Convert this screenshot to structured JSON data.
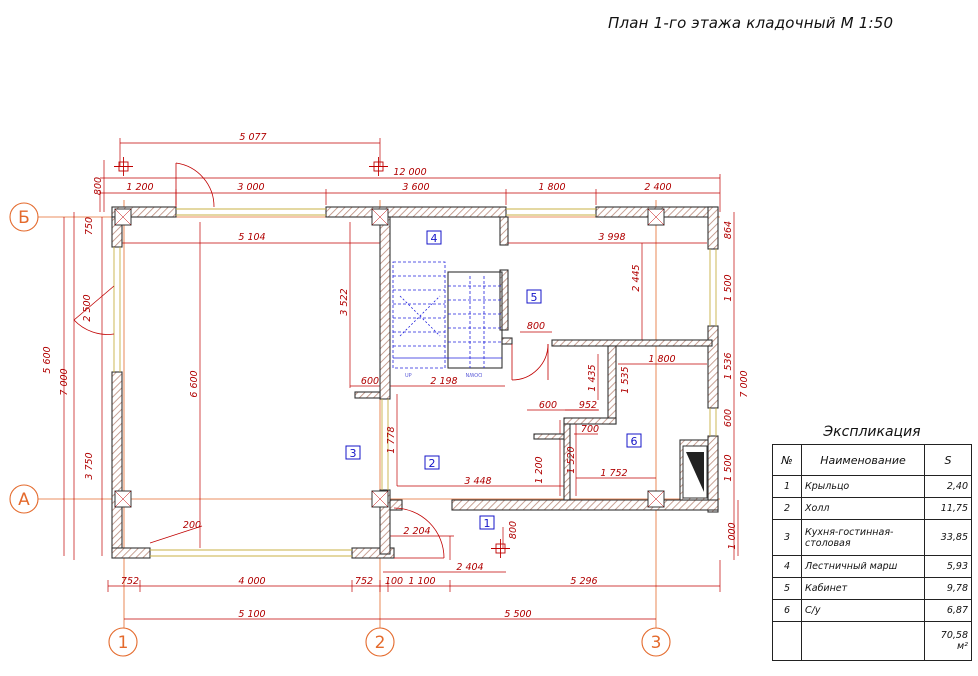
{
  "title": "План 1-го этажа кладочный М 1:50",
  "axes": {
    "b": "Б",
    "a": "А",
    "n1": "1",
    "n2": "2",
    "n3": "3"
  },
  "rooms": [
    "1",
    "2",
    "3",
    "4",
    "5",
    "6"
  ],
  "stair": {
    "up": "UP",
    "down": "DOWN"
  },
  "dims": {
    "d5077": "5 077",
    "d800a": "800",
    "d12000": "12 000",
    "d1200": "1 200",
    "d3000": "3 000",
    "d3600": "3 600",
    "d1800a": "1 800",
    "d2400": "2 400",
    "d750": "750",
    "d5104": "5 104",
    "d3998": "3 998",
    "d864": "864",
    "d2500": "2 500",
    "d3522": "3 522",
    "d2445": "2 445",
    "d1500a": "1 500",
    "d800b": "800",
    "d5600": "5 600",
    "d7000a": "7 000",
    "d6600": "6 600",
    "d600a": "600",
    "d2198": "2 198",
    "d1800b": "1 800",
    "d1536": "1 536",
    "d7000b": "7 000",
    "d1435": "1 435",
    "d1535": "1 535",
    "d600b": "600",
    "d952": "952",
    "d700": "700",
    "d600c": "600",
    "d1778": "1 778",
    "d3750": "3 750",
    "d1200b": "1 200",
    "d1520": "1 520",
    "d1752a": "1 752",
    "d1500b": "1 500",
    "d3448": "3 448",
    "d200": "200",
    "d2204": "2 204",
    "d800c": "800",
    "d1000": "1 000",
    "d2404": "2 404",
    "d752a": "752",
    "d4000": "4 000",
    "d752b": "752",
    "d100": "100",
    "d1100": "1 100",
    "d5296": "5 296",
    "d5100": "5 100",
    "d5500": "5 500"
  },
  "explication": {
    "caption": "Экспликация",
    "headers": {
      "num": "№",
      "name": "Наименование",
      "area": "S"
    },
    "rows": [
      {
        "num": "1",
        "name": "Крыльцо",
        "area": "2,40"
      },
      {
        "num": "2",
        "name": "Холл",
        "area": "11,75"
      },
      {
        "num": "3",
        "name": "Кухня-гостинная-столовая",
        "area": "33,85"
      },
      {
        "num": "4",
        "name": "Лестничный марш",
        "area": "5,93"
      },
      {
        "num": "5",
        "name": "Кабинет",
        "area": "9,78"
      },
      {
        "num": "6",
        "name": "С/у",
        "area": "6,87"
      }
    ],
    "total": "70,58 м²"
  },
  "colors": {
    "wall": "#333333",
    "hatch": "#b98a7a",
    "dim": "#c00000",
    "axis": "#e46a2c",
    "room": "#1414c8",
    "stair": "#2222dd",
    "window": "#c8b044"
  }
}
